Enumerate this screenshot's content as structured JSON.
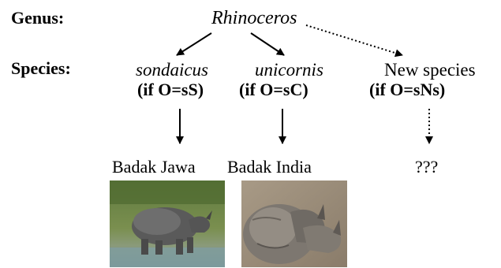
{
  "labels": {
    "genus": "Genus:",
    "species": "Species:"
  },
  "genus_name": "Rhinoceros",
  "species": [
    {
      "name": "sondaicus",
      "condition": "(if O=sS)",
      "common_name": "Badak Jawa",
      "known": true
    },
    {
      "name": "unicornis",
      "condition": "(if O=sC)",
      "common_name": "Badak India",
      "known": true
    },
    {
      "name": "New species",
      "condition": "(if O=sNs)",
      "common_name": "???",
      "known": false
    }
  ],
  "photos": [
    {
      "icon": "rhino-photo",
      "subject": "Badak Jawa"
    },
    {
      "icon": "rhino-photo",
      "subject": "Badak India"
    }
  ],
  "colors": {
    "text": "#000000",
    "arrow": "#000000",
    "background": "#ffffff"
  }
}
